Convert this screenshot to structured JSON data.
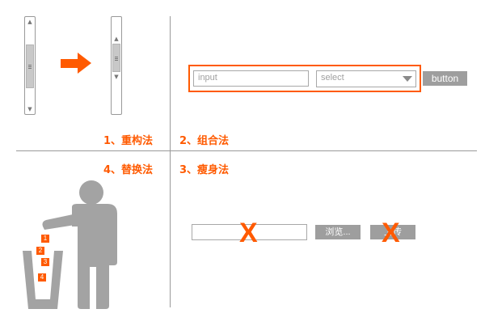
{
  "methods": {
    "refactor": "1、重构法",
    "combine": "2、组合法",
    "replace": "4、替换法",
    "slim": "3、瘦身法"
  },
  "combo": {
    "input_placeholder": "input",
    "select_value": "select",
    "button_label": "button"
  },
  "slim": {
    "browse_label": "浏览...",
    "upload_label": "上传",
    "x_mark": "X"
  },
  "trash_numbers": [
    "1",
    "2",
    "3",
    "4"
  ],
  "colors": {
    "accent": "#ff5a00",
    "gray": "#9e9e9e",
    "divider": "#9a9a9a"
  }
}
